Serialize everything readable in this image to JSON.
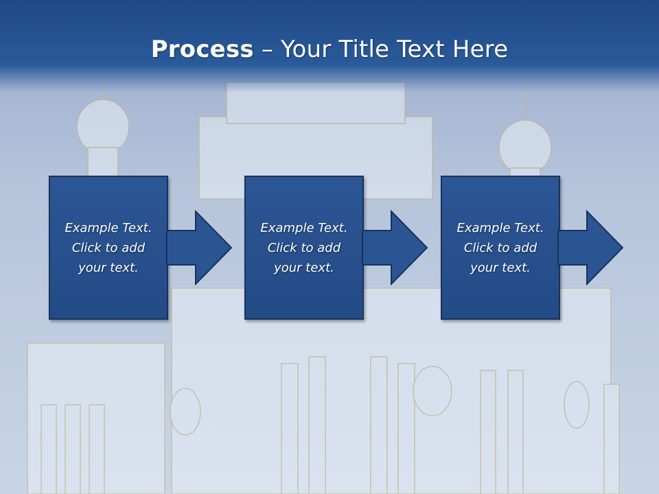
{
  "slide": {
    "title_bold": "Process",
    "title_rest": " – Your Title Text Here"
  },
  "steps": [
    {
      "text": "Example Text. Click  to add your text."
    },
    {
      "text": "Example Text. Click  to add your text."
    },
    {
      "text": "Example Text. Click  to add your text."
    }
  ],
  "colors": {
    "title_band": "#1f4a86",
    "box_fill": "#2a5592",
    "box_border": "#16335e",
    "text": "#ffffff"
  }
}
